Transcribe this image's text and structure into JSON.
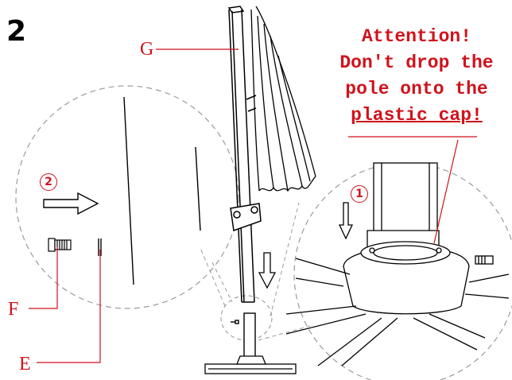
{
  "step_number": "2",
  "labels": {
    "g": "G",
    "f": "F",
    "e": "E"
  },
  "callouts": {
    "step1": "1",
    "step2": "2"
  },
  "attention": {
    "line1": "Attention!",
    "line2": "Don't drop the",
    "line3": "pole onto the",
    "line4": "plastic cap!"
  },
  "colors": {
    "annotation_red": "#d0121b",
    "line_black": "#000000",
    "dashed_gray": "#9a9a9a"
  }
}
